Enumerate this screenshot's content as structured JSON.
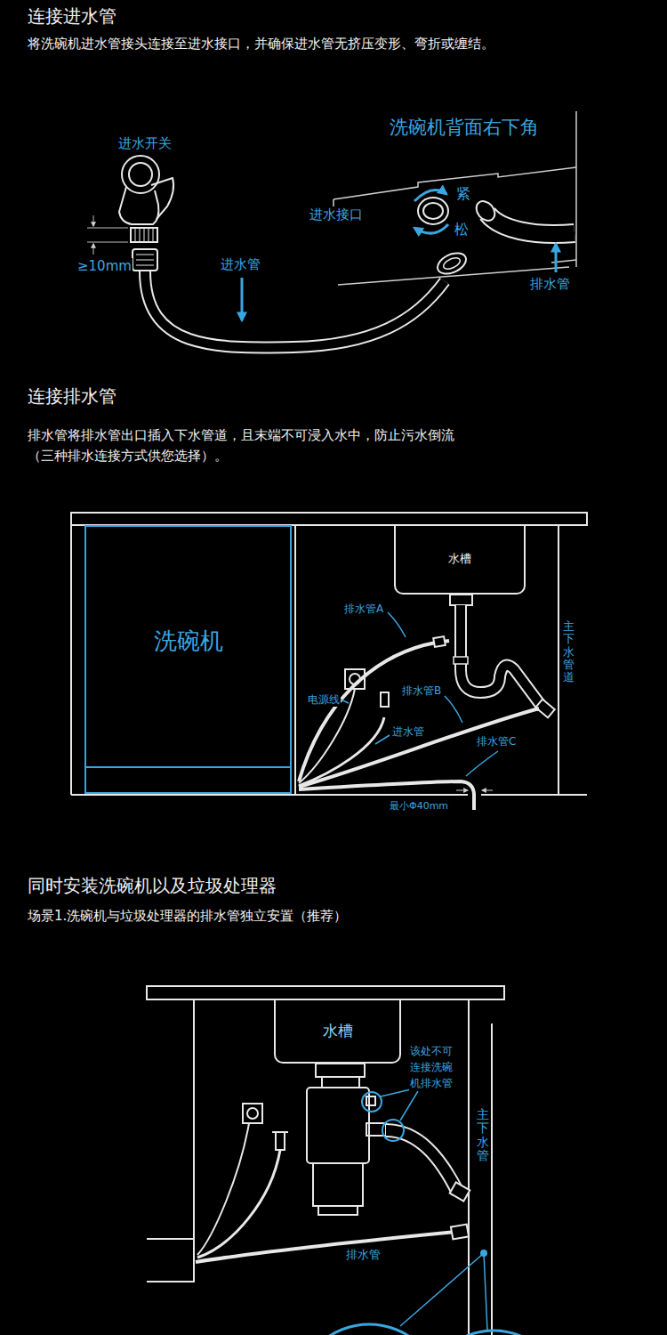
{
  "diagram": {
    "nodes": [
      {
        "text": [
          "洗碗机"
        ]
      },
      {
        "text": [
          "水槽"
        ]
      },
      {
        "text": [
          "水槽"
        ]
      }
    ],
    "labels": [
      "连接进水管",
      "将洗碗机进水管接头连接至进水接口，并确保进水管无挤压变形、弯折或缠结。",
      "进水开关",
      "洗碗机背面右下角",
      "紧",
      "进水接口",
      "松",
      "≥10mm",
      "进水管",
      "排水管",
      "连接排水管",
      "排水管将排水管出口插入下水管道，且末端不可浸入水中，防止污水倒流 （三种排水连接方式供您选择）。",
      "排水管A",
      "主下水管道",
      "电源线",
      "排水管B",
      "进水管",
      "排水管C",
      "最小Φ40mm",
      "同时安装洗碗机以及垃圾处理器",
      "场景1.洗碗机与垃圾处理器的排水管独立安置（推荐）",
      "该处不可 连接洗碗 机排水管",
      "主下水管",
      "排水管"
    ]
  }
}
